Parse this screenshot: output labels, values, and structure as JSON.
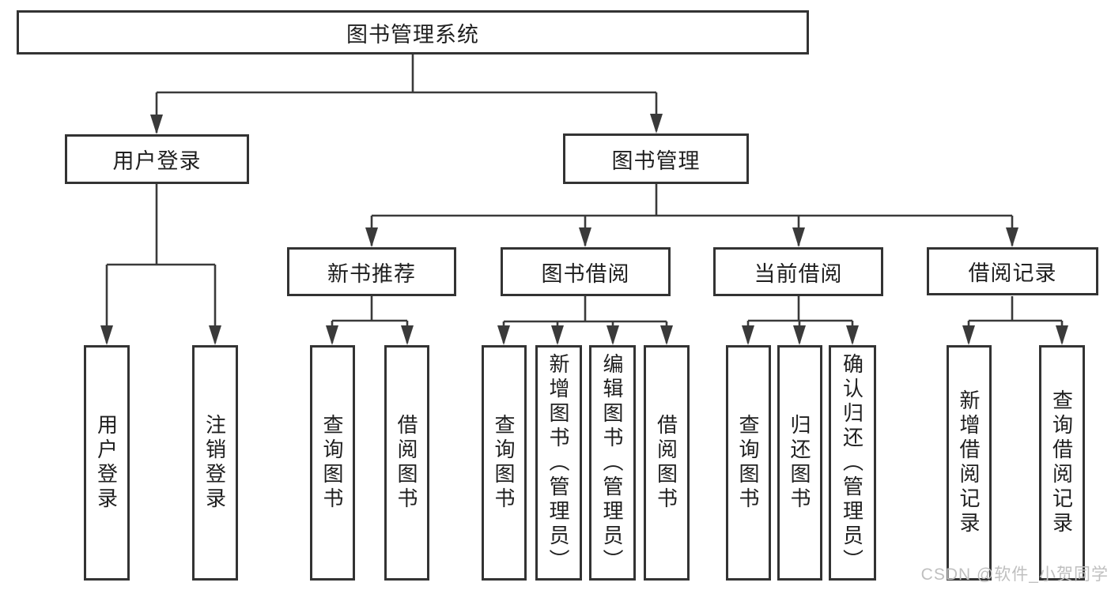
{
  "diagram_type": "hierarchy-chart",
  "tree": {
    "label": "图书管理系统",
    "children": [
      {
        "label": "用户登录",
        "children": [
          {
            "label": "用户登录"
          },
          {
            "label": "注销登录"
          }
        ]
      },
      {
        "label": "图书管理",
        "children": [
          {
            "label": "新书推荐",
            "children": [
              {
                "label": "查询图书"
              },
              {
                "label": "借阅图书"
              }
            ]
          },
          {
            "label": "图书借阅",
            "children": [
              {
                "label": "查询图书"
              },
              {
                "label": "新增图书（管理员）"
              },
              {
                "label": "编辑图书（管理员）"
              },
              {
                "label": "借阅图书"
              }
            ]
          },
          {
            "label": "当前借阅",
            "children": [
              {
                "label": "查询图书"
              },
              {
                "label": "归还图书"
              },
              {
                "label": "确认归还（管理员）"
              }
            ]
          },
          {
            "label": "借阅记录",
            "children": [
              {
                "label": "新增借阅记录"
              },
              {
                "label": "查询借阅记录"
              }
            ]
          }
        ]
      }
    ]
  },
  "watermark": {
    "text": "CSDN @软件_小贺同学"
  },
  "colors": {
    "box_border": "#333333",
    "connector_line": "#3a3a3a",
    "text": "#1f1f1f",
    "watermark": "#bfbfbf",
    "background": "#ffffff"
  }
}
